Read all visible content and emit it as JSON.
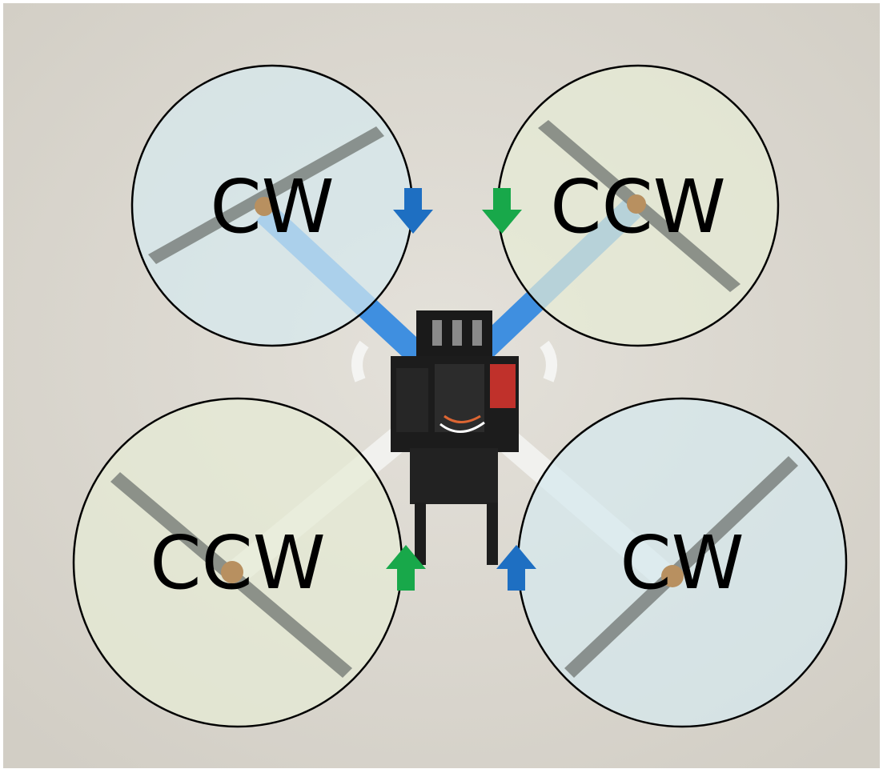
{
  "labels": {
    "top_left": "CW",
    "top_right": "CCW",
    "bottom_left": "CCW",
    "bottom_right": "CW"
  },
  "colors": {
    "background": "#ddd9d0",
    "arrow_blue": "#1e6fc2",
    "arrow_green": "#18a84a",
    "disk_blue": "#d6e9ee",
    "disk_yellow": "#e6ecd6",
    "frame_blue": "#3f8fe0",
    "frame_white": "#f1f1ee",
    "propeller": "#6f7470"
  },
  "arrows": {
    "top_left": {
      "direction": "down",
      "color": "blue"
    },
    "top_right": {
      "direction": "down",
      "color": "green"
    },
    "bottom_left": {
      "direction": "up",
      "color": "green"
    },
    "bottom_right": {
      "direction": "up",
      "color": "blue"
    }
  }
}
